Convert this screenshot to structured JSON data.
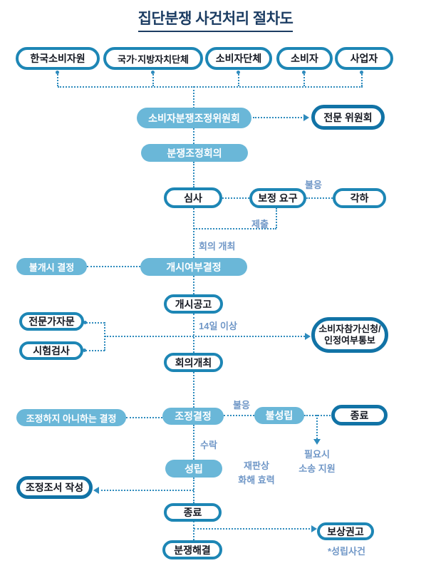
{
  "title": "집단분쟁 사건처리 절차도",
  "colors": {
    "title": "#1c3d63",
    "filled_pill": "#6ab7d8",
    "outline_border": "#1d86b5",
    "outline_border_thick": "#1173a6",
    "pill_text_dark": "#141821",
    "pill_text_light": "#ffffff",
    "connector": "#2e8bbd",
    "label": "#7097c7"
  },
  "nodes": {
    "korea_consumer_agency": "한국소비자원",
    "state_local_gov": "국가·지방자치단체",
    "consumer_org": "소비자단체",
    "consumer": "소비자",
    "business": "사업자",
    "dispute_mediation_committee": "소비자분쟁조정위원회",
    "expert_committee": "전문 위원회",
    "mediation_meeting": "분쟁조정회의",
    "screening": "심사",
    "correction_request": "보정 요구",
    "rejection": "각하",
    "non_initiation_decision": "불개시 결정",
    "initiation_decision": "개시여부결정",
    "initiation_notice": "개시공고",
    "expert_advice": "전문가자문",
    "testing": "시험검사",
    "participation_line1": "소비자참가신청/",
    "participation_line2": "인정여부통보",
    "meeting_held": "회의개최",
    "decision_not_to_mediate": "조정하지 아니하는 결정",
    "mediation_decision": "조정결정",
    "not_concluded": "불성립",
    "end_right": "종료",
    "concluded": "성립",
    "mediation_record": "조정조서 작성",
    "end_bottom": "종료",
    "compensation_recommendation": "보상권고",
    "dispute_resolution": "분쟁해결"
  },
  "labels": {
    "non_compliance_top": "불응",
    "submission": "제출",
    "meeting_open": "회의 개최",
    "days_14_plus": "14일 이상",
    "non_compliance_mid": "불응",
    "acceptance": "수락",
    "judicial_settlement_line1": "재판상",
    "judicial_settlement_line2": "화해 효력",
    "litigation_support_line1": "필요시",
    "litigation_support_line2": "소송 지원",
    "concluded_case_note": "*성립사건"
  }
}
